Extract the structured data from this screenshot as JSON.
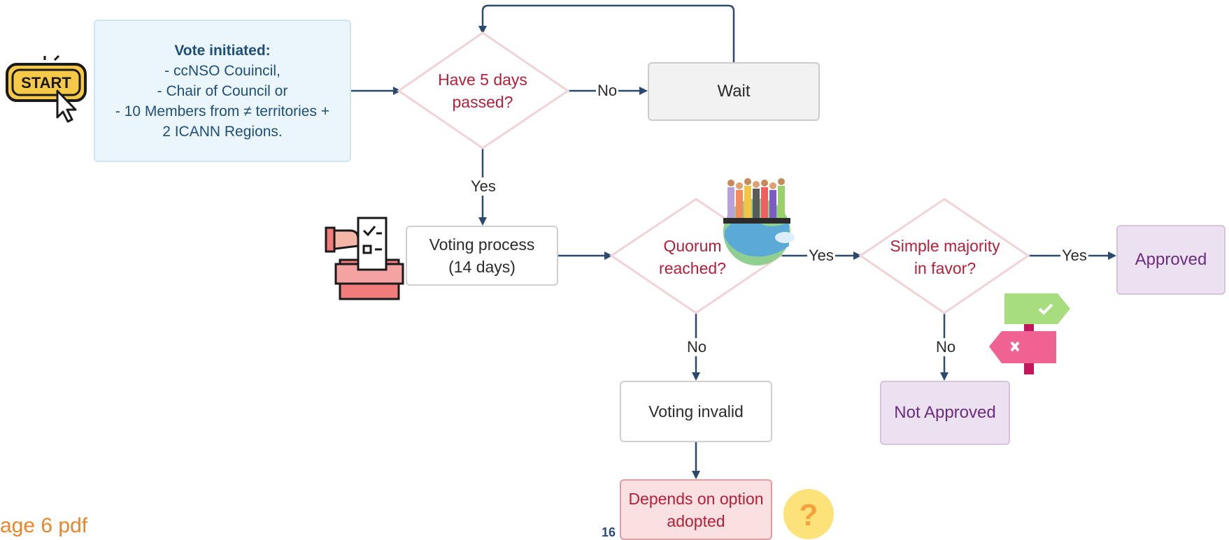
{
  "nodes": {
    "vote_initiated": {
      "title": "Vote initiated:",
      "lines": [
        "- ccNSO Couincil,",
        "- Chair of Council or",
        "- 10 Members from  ≠ territories +",
        "2 ICANN Regions."
      ]
    },
    "five_days": {
      "line1": "Have 5 days",
      "line2": "passed?"
    },
    "wait": "Wait",
    "voting_process": {
      "line1": "Voting process",
      "line2": "(14 days)"
    },
    "quorum": {
      "line1": "Quorum",
      "line2": "reached?"
    },
    "majority": {
      "line1": "Simple majority",
      "line2": "in favor?"
    },
    "approved": "Approved",
    "not_approved": "Not Approved",
    "voting_invalid": "Voting invalid",
    "depends": {
      "line1": "Depends on option",
      "line2": "adopted"
    }
  },
  "edges": {
    "no_wait": "No",
    "yes_voting": "Yes",
    "yes_majority": "Yes",
    "yes_approved": "Yes",
    "no_invalid": "No",
    "no_not_approved": "No"
  },
  "start_icon": {
    "label": "START"
  },
  "question_icon": {
    "label": "?"
  },
  "footer": {
    "left_text": "age 6 pdf",
    "page_number": "16"
  },
  "colors": {
    "arrow": "#2b4a6f",
    "decision_text": "#b2203a",
    "decision_stroke": "#f1d3d7",
    "approved_fill": "#ece1f0",
    "start_fill": "#f7c948"
  }
}
